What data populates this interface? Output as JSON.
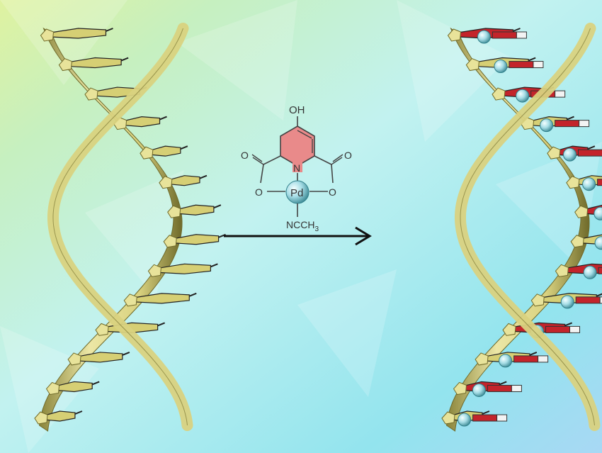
{
  "scheme": {
    "reagent": {
      "substituent_top": "OH",
      "ring_nitrogen": "N",
      "oxygen_left_carbonyl": "O",
      "oxygen_right_carbonyl": "O",
      "oxygen_left_bridge": "O",
      "oxygen_right_bridge": "O",
      "metal": "Pd",
      "ligand_prefix": "NCCH",
      "ligand_subscript": "3"
    },
    "colors": {
      "ring_fill": "#e98a8a",
      "palladium": "#a8dde6",
      "backbone": "#e8e39a",
      "modified_base": "#c3242b",
      "arrow": "#111111"
    },
    "left_helix": {
      "description_icon": "dna-double-helix-icon",
      "base_pairs": 14,
      "metal_ions": 0
    },
    "right_helix": {
      "description_icon": "dna-double-helix-icon",
      "base_pairs": 14,
      "metal_ions": 14
    }
  }
}
